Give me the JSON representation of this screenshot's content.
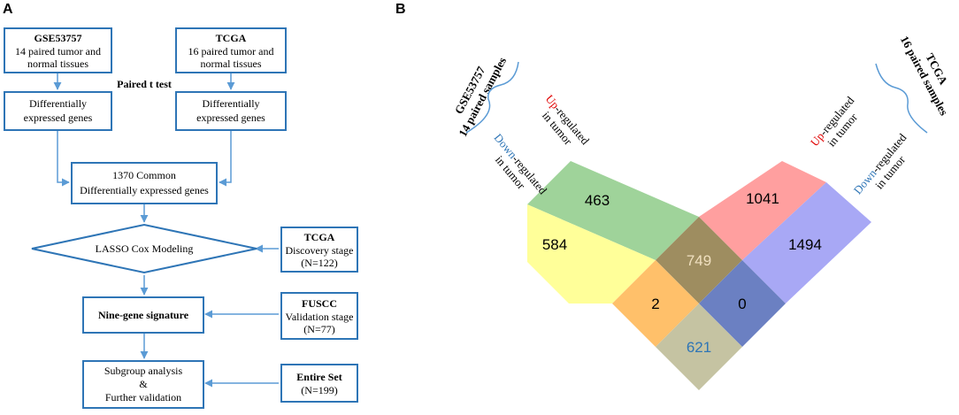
{
  "panels": {
    "a": "A",
    "b": "B"
  },
  "flow": {
    "gse_title": "GSE53757",
    "gse_line1": "14 paired tumor and",
    "gse_line2": "normal tissues",
    "tcga_title": "TCGA",
    "tcga_line1": "16 paired tumor and",
    "tcga_line2": "normal tissues",
    "ttest": "Paired t test",
    "deg_line1": "Differentially",
    "deg_line2": "expressed genes",
    "common_line1": "1370 Common",
    "common_line2": "Differentially expressed genes",
    "lasso": "LASSO Cox Modeling",
    "disc_title": "TCGA",
    "disc_line1": "Discovery stage",
    "disc_line2": "(N=122)",
    "sig": "Nine-gene signature",
    "val_title": "FUSCC",
    "val_line1": "Validation stage",
    "val_line2": "(N=77)",
    "sub_line1": "Subgroup analysis",
    "sub_line2": "&",
    "sub_line3": "Further validation",
    "entire_title": "Entire Set",
    "entire_line1": "(N=199)"
  },
  "venn": {
    "left_group_title": "GSE53757",
    "left_group_sub": "14 paired samples",
    "right_group_title": "TCGA",
    "right_group_sub": "16 paired samples",
    "up_prefix": "Up",
    "down_prefix": "Down",
    "regulated_suffix": "-regulated",
    "in_tumor": "in tumor",
    "values": {
      "left_down_only": "584",
      "left_up_only": "463",
      "right_up_only": "1041",
      "right_down_only": "1494",
      "up_up": "749",
      "down_up": "2",
      "up_down": "0",
      "down_down": "621"
    },
    "colors": {
      "left_down": "#ffff99",
      "left_up": "#9fd39a",
      "right_up": "#ff9f9f",
      "right_down": "#a8a8f5",
      "overlap_uu": "#9e8d60",
      "overlap_du": "#ffc06a",
      "overlap_ud": "#6b80c2",
      "overlap_dd": "#c5c3a2",
      "up_text": "#e00000",
      "down_text": "#2e75b6",
      "text_749": "#f0e0c0",
      "text_621": "#2e75b6"
    }
  }
}
